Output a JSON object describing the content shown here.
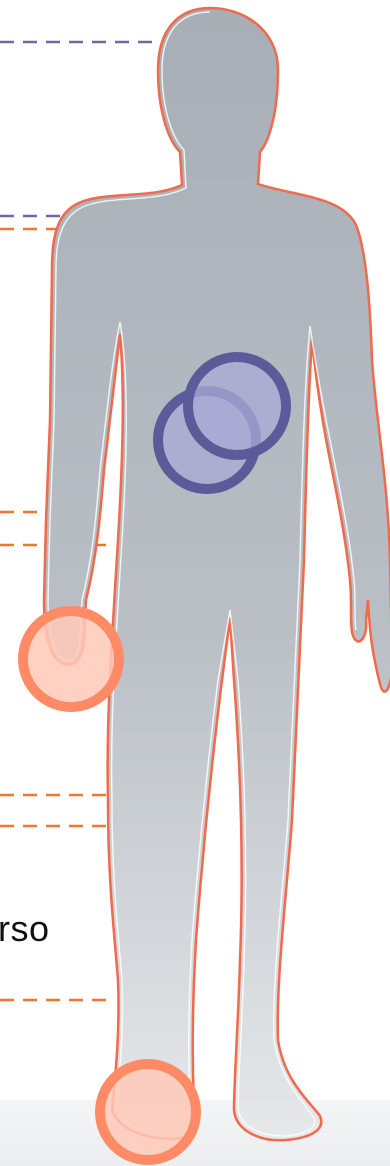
{
  "labels": {
    "torso_fragment": "rso"
  },
  "colors": {
    "silhouette": "#b4bac1",
    "outline": "#f06a4c",
    "marker_internal": "#5b5b9a",
    "marker_external": "#ff8a66",
    "leader_internal": "#6b6aa8",
    "leader_external": "#f0772e"
  },
  "markers": [
    {
      "name": "abdomen-marker-upper",
      "type": "internal"
    },
    {
      "name": "abdomen-marker-lower",
      "type": "internal"
    },
    {
      "name": "hand-marker",
      "type": "external"
    },
    {
      "name": "foot-marker",
      "type": "external"
    }
  ]
}
